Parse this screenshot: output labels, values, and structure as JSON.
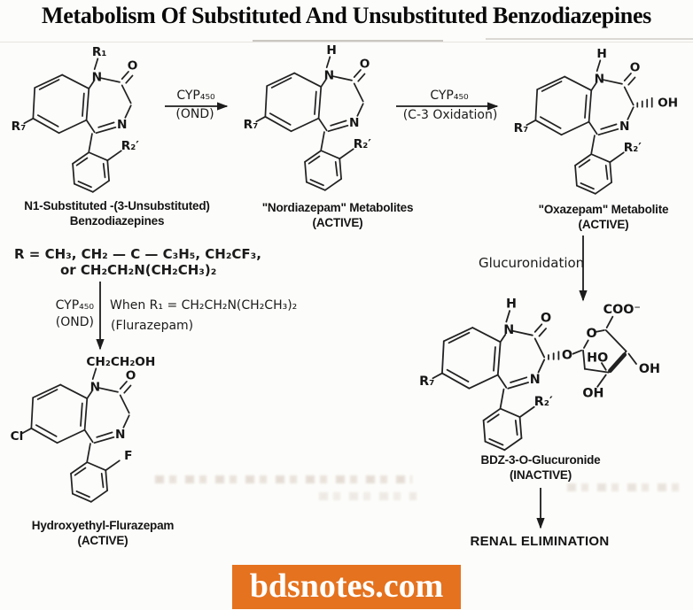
{
  "title": "Metabolism Of Substituted And Unsubstituted Benzodiazepines",
  "colors": {
    "banner_bg": "#e5721e",
    "banner_text": "#ffffff",
    "ink": "#1b1b1b",
    "paper": "#fcfcfa"
  },
  "legend": {
    "line1": "R = CH₃, CH₂ — C — C₃H₅, CH₂CF₃,",
    "line2": "or CH₂CH₂N(CH₂CH₃)₂"
  },
  "arrows": {
    "step1": {
      "top": "CYP₄₅₀",
      "bottom": "(OND)"
    },
    "step2": {
      "top": "CYP₄₅₀",
      "bottom": "(C-3 Oxidation)"
    },
    "step3": {
      "enzyme1": "CYP₄₅₀",
      "enzyme2": "(OND)",
      "condition1": "When R₁ = CH₂CH₂N(CH₂CH₃)₂",
      "condition2": "(Flurazepam)"
    },
    "step4": {
      "label": "Glucuronidation"
    }
  },
  "renal_label": "RENAL ELIMINATION",
  "structures": {
    "s1": {
      "n_top": "R₁",
      "n1": "N",
      "o": "O",
      "n4": "N",
      "r7": "R₇",
      "r2": "R₂′",
      "caption1": "N1-Substituted -(3-Unsubstituted)",
      "caption2": "Benzodiazepines"
    },
    "s2": {
      "n_top": "H",
      "n1": "N",
      "o": "O",
      "n4": "N",
      "r7": "R₇",
      "r2": "R₂′",
      "caption1": "\"Nordiazepam\" Metabolites",
      "caption2": "(ACTIVE)"
    },
    "s3": {
      "n_top": "H",
      "n1": "N",
      "o": "O",
      "n4": "N",
      "r7": "R₇",
      "r2": "R₂′",
      "c3_oh": "OH",
      "caption1": "\"Oxazepam\" Metabolite",
      "caption2": "(ACTIVE)"
    },
    "s4": {
      "n_top": "CH₂CH₂OH",
      "n1": "N",
      "o": "O",
      "n4": "N",
      "r7": "Cl",
      "r2": "F",
      "caption1": "Hydroxyethyl-Flurazepam",
      "caption2": "(ACTIVE)"
    },
    "s5": {
      "n_top": "H",
      "n1": "N",
      "o": "O",
      "n4": "N",
      "r7": "R₇",
      "r2": "R₂′",
      "o_glycosidic": "O",
      "sugar_ring_o": "O",
      "coo": "COO⁻",
      "ho": "HO",
      "oh_right": "OH",
      "oh_bottom": "OH",
      "caption1": "BDZ-3-O-Glucuronide",
      "caption2": "(INACTIVE)"
    }
  },
  "footer": {
    "brand": "bdsnotes.com"
  }
}
